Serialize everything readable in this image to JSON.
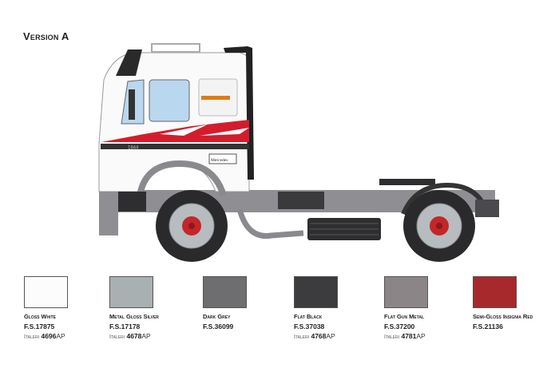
{
  "title": "Version A",
  "truck": {
    "cab_number": "1844",
    "door_logo": "Mercedes"
  },
  "colors": [
    {
      "name": "Gloss White",
      "fs": "F.S.17875",
      "italeri_brand": "Italeri",
      "italeri_code": "4696",
      "italeri_suffix": "AP",
      "hex": "#fcfcfc"
    },
    {
      "name": "Metal Gloss Silver",
      "fs": "F.S.17178",
      "italeri_brand": "Italeri",
      "italeri_code": "4678",
      "italeri_suffix": "AP",
      "hex": "#a9b0b2"
    },
    {
      "name": "Dark Grey",
      "fs": "F.S.36099",
      "hex": "#6e6e70"
    },
    {
      "name": "Flat Black",
      "fs": "F.S.37038",
      "italeri_brand": "Italeri",
      "italeri_code": "4768",
      "italeri_suffix": "AP",
      "hex": "#3c3c3e"
    },
    {
      "name": "Flat Gun Metal",
      "fs": "F.S.37200",
      "italeri_brand": "Italeri",
      "italeri_code": "4781",
      "italeri_suffix": "AP",
      "hex": "#8c8588"
    },
    {
      "name": "Semi-Gloss Insignia Red",
      "fs": "F.S.21136",
      "hex": "#a8292b"
    }
  ]
}
